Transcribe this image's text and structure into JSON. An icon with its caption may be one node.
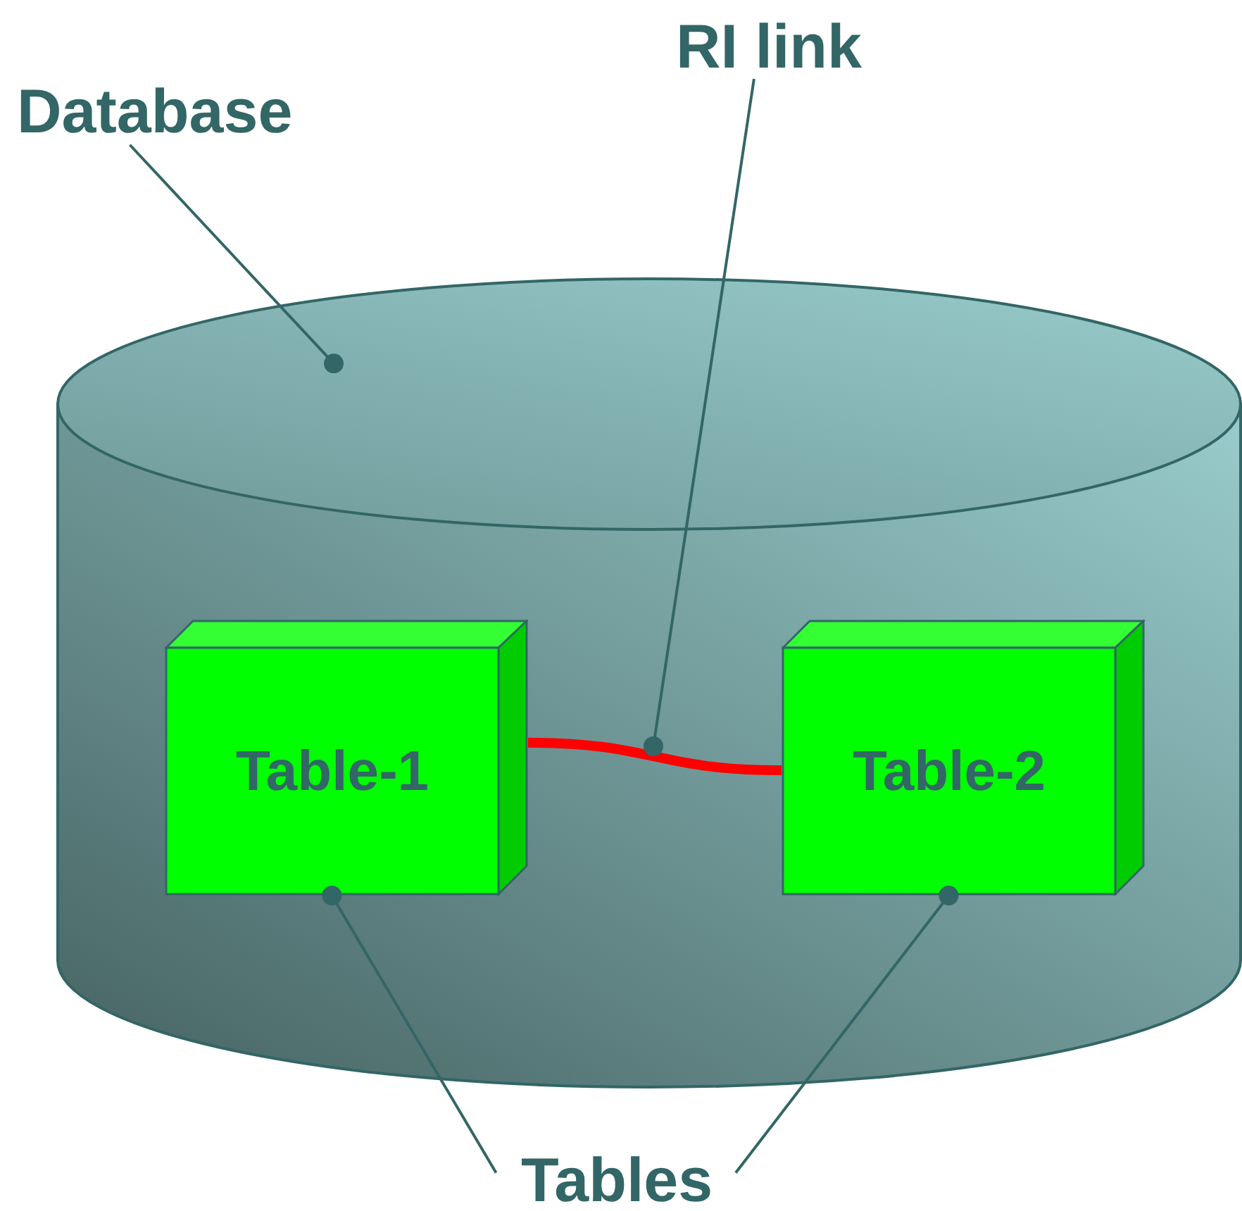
{
  "diagram": {
    "nodes": [
      {
        "text": [
          "Database"
        ]
      },
      {
        "text": [],
        "shape": "cylinder"
      },
      {
        "text": [
          "Table-1"
        ],
        "in": 1
      },
      {
        "text": [
          "Table-2"
        ],
        "in": 1
      },
      {
        "text": [
          "RI link"
        ]
      },
      {
        "text": [
          "Tables"
        ]
      }
    ],
    "edges": [
      {
        "from": 2,
        "to": 3,
        "arrow": "none",
        "style": "thick",
        "color": "#ff0000"
      },
      {
        "from": 0,
        "to": 1,
        "arrow": "other"
      },
      {
        "from": 4,
        "to": null,
        "arrow": "other"
      },
      {
        "from": 5,
        "to": 2,
        "arrow": "other"
      },
      {
        "from": 5,
        "to": 3,
        "arrow": "other"
      }
    ]
  }
}
